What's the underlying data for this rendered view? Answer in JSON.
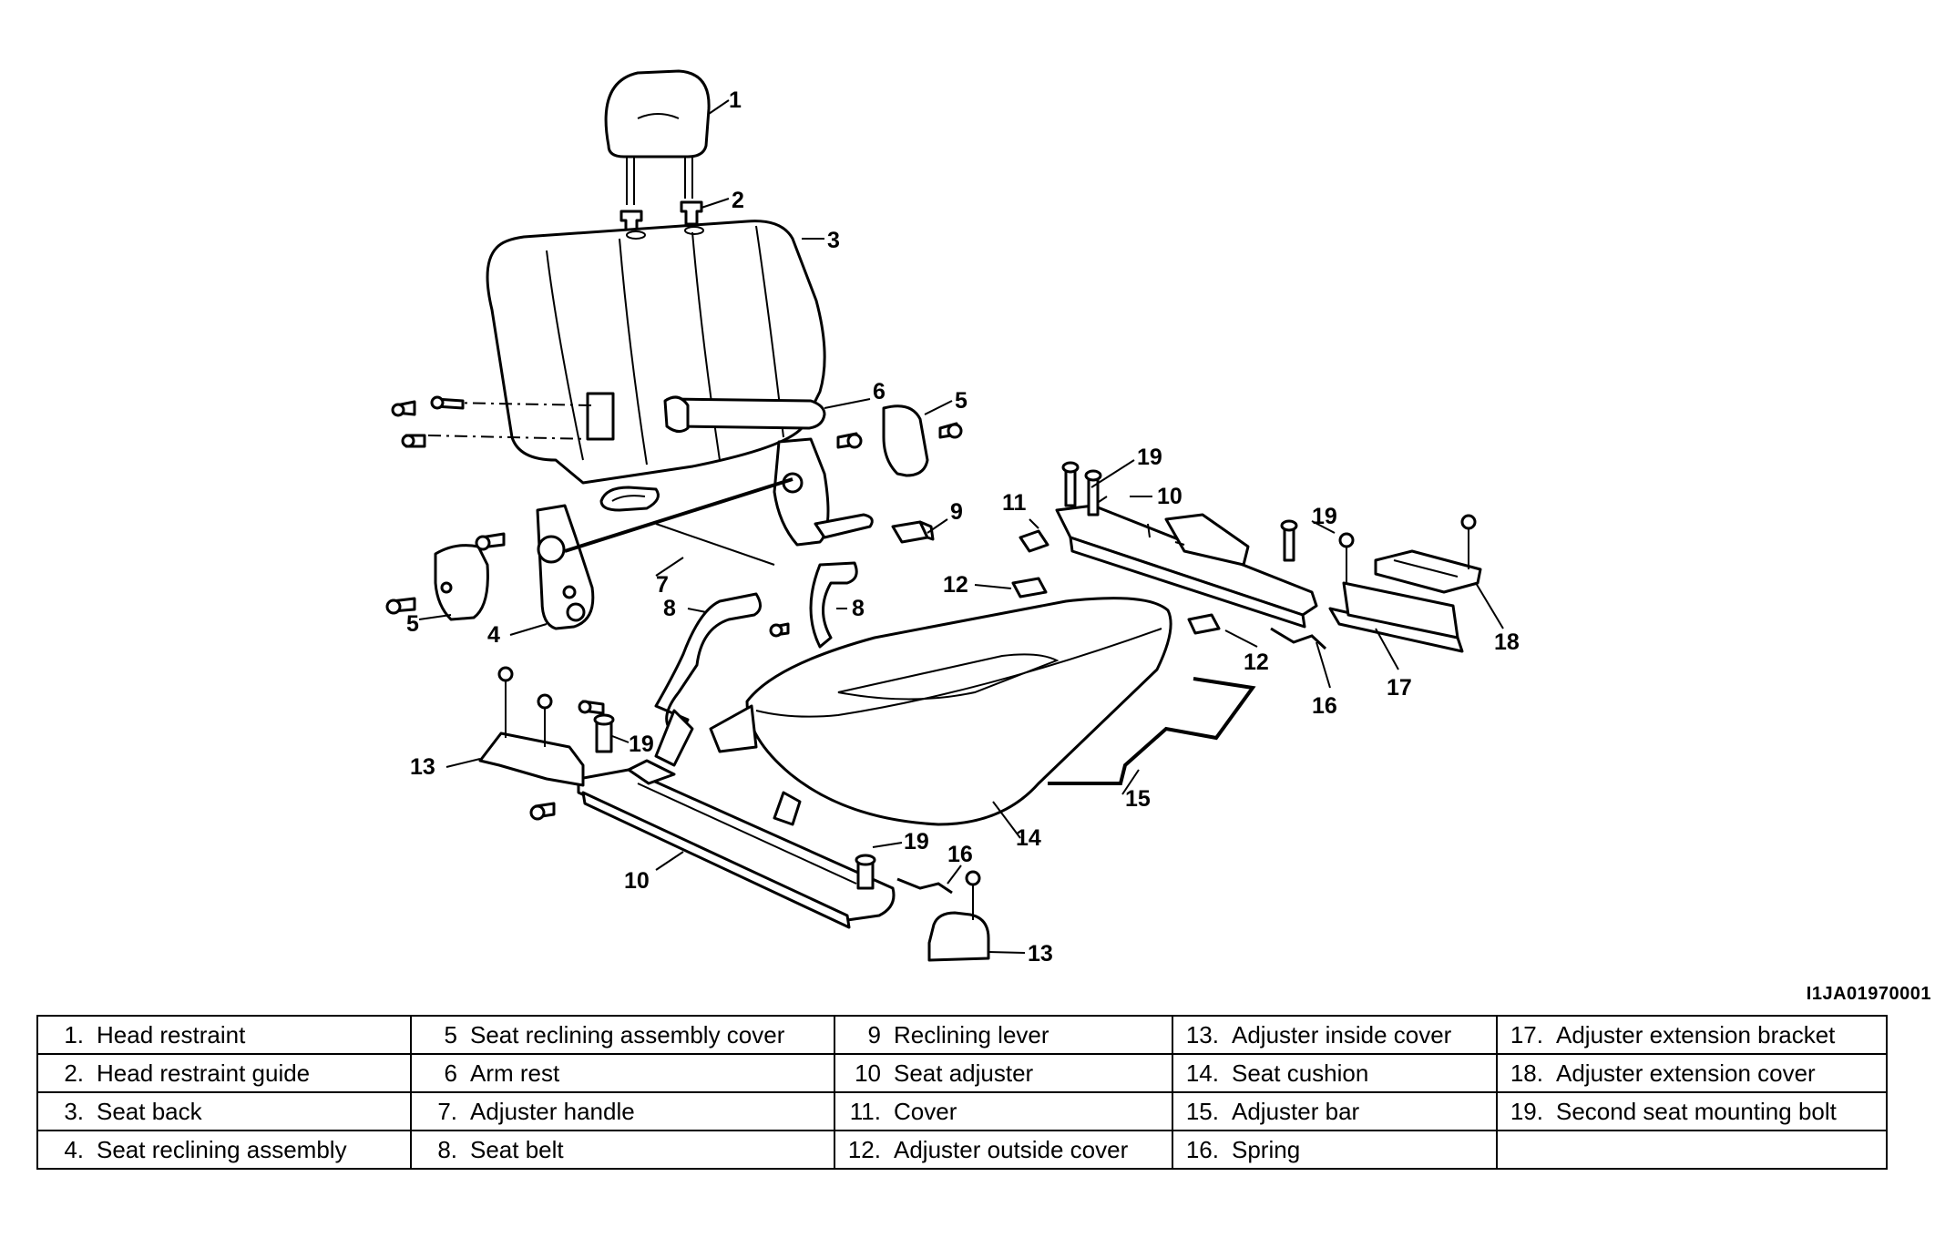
{
  "diagram": {
    "callouts": [
      "1",
      "2",
      "3",
      "5",
      "6",
      "19",
      "10",
      "5",
      "9",
      "11",
      "19",
      "12",
      "7",
      "4",
      "8",
      "8",
      "12",
      "16",
      "17",
      "18",
      "13",
      "19",
      "15",
      "14",
      "19",
      "16",
      "10",
      "13"
    ]
  },
  "reference_code": "I1JA01970001",
  "legend": {
    "rows": [
      [
        {
          "num": "1.",
          "label": "Head restraint"
        },
        {
          "num": "5",
          "label": "Seat reclining assembly cover"
        },
        {
          "num": "9",
          "label": "Reclining lever"
        },
        {
          "num": "13.",
          "label": "Adjuster inside cover"
        },
        {
          "num": "17.",
          "label": "Adjuster extension bracket"
        }
      ],
      [
        {
          "num": "2.",
          "label": "Head restraint guide"
        },
        {
          "num": "6",
          "label": "Arm rest"
        },
        {
          "num": "10",
          "label": "Seat adjuster"
        },
        {
          "num": "14.",
          "label": "Seat cushion"
        },
        {
          "num": "18.",
          "label": "Adjuster extension cover"
        }
      ],
      [
        {
          "num": "3.",
          "label": "Seat back"
        },
        {
          "num": "7.",
          "label": "Adjuster handle"
        },
        {
          "num": "11.",
          "label": "Cover"
        },
        {
          "num": "15.",
          "label": "Adjuster bar"
        },
        {
          "num": "19.",
          "label": "Second seat mounting bolt"
        }
      ],
      [
        {
          "num": "4.",
          "label": "Seat reclining assembly"
        },
        {
          "num": "8.",
          "label": "Seat belt"
        },
        {
          "num": "12.",
          "label": "Adjuster outside cover"
        },
        {
          "num": "16.",
          "label": "Spring"
        },
        {
          "num": "",
          "label": ""
        }
      ]
    ]
  }
}
